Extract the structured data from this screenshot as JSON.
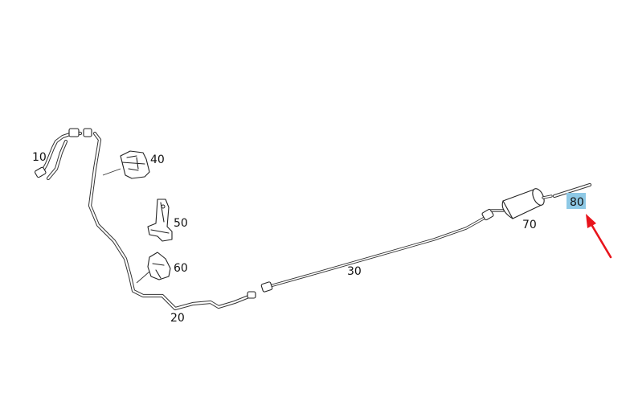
{
  "labels": {
    "p10": "10",
    "p20": "20",
    "p30": "30",
    "p40": "40",
    "p50": "50",
    "p60": "60",
    "p70": "70",
    "p80": "80"
  },
  "highlight_color": "#8ec9e6",
  "arrow_color": "#e8141c"
}
